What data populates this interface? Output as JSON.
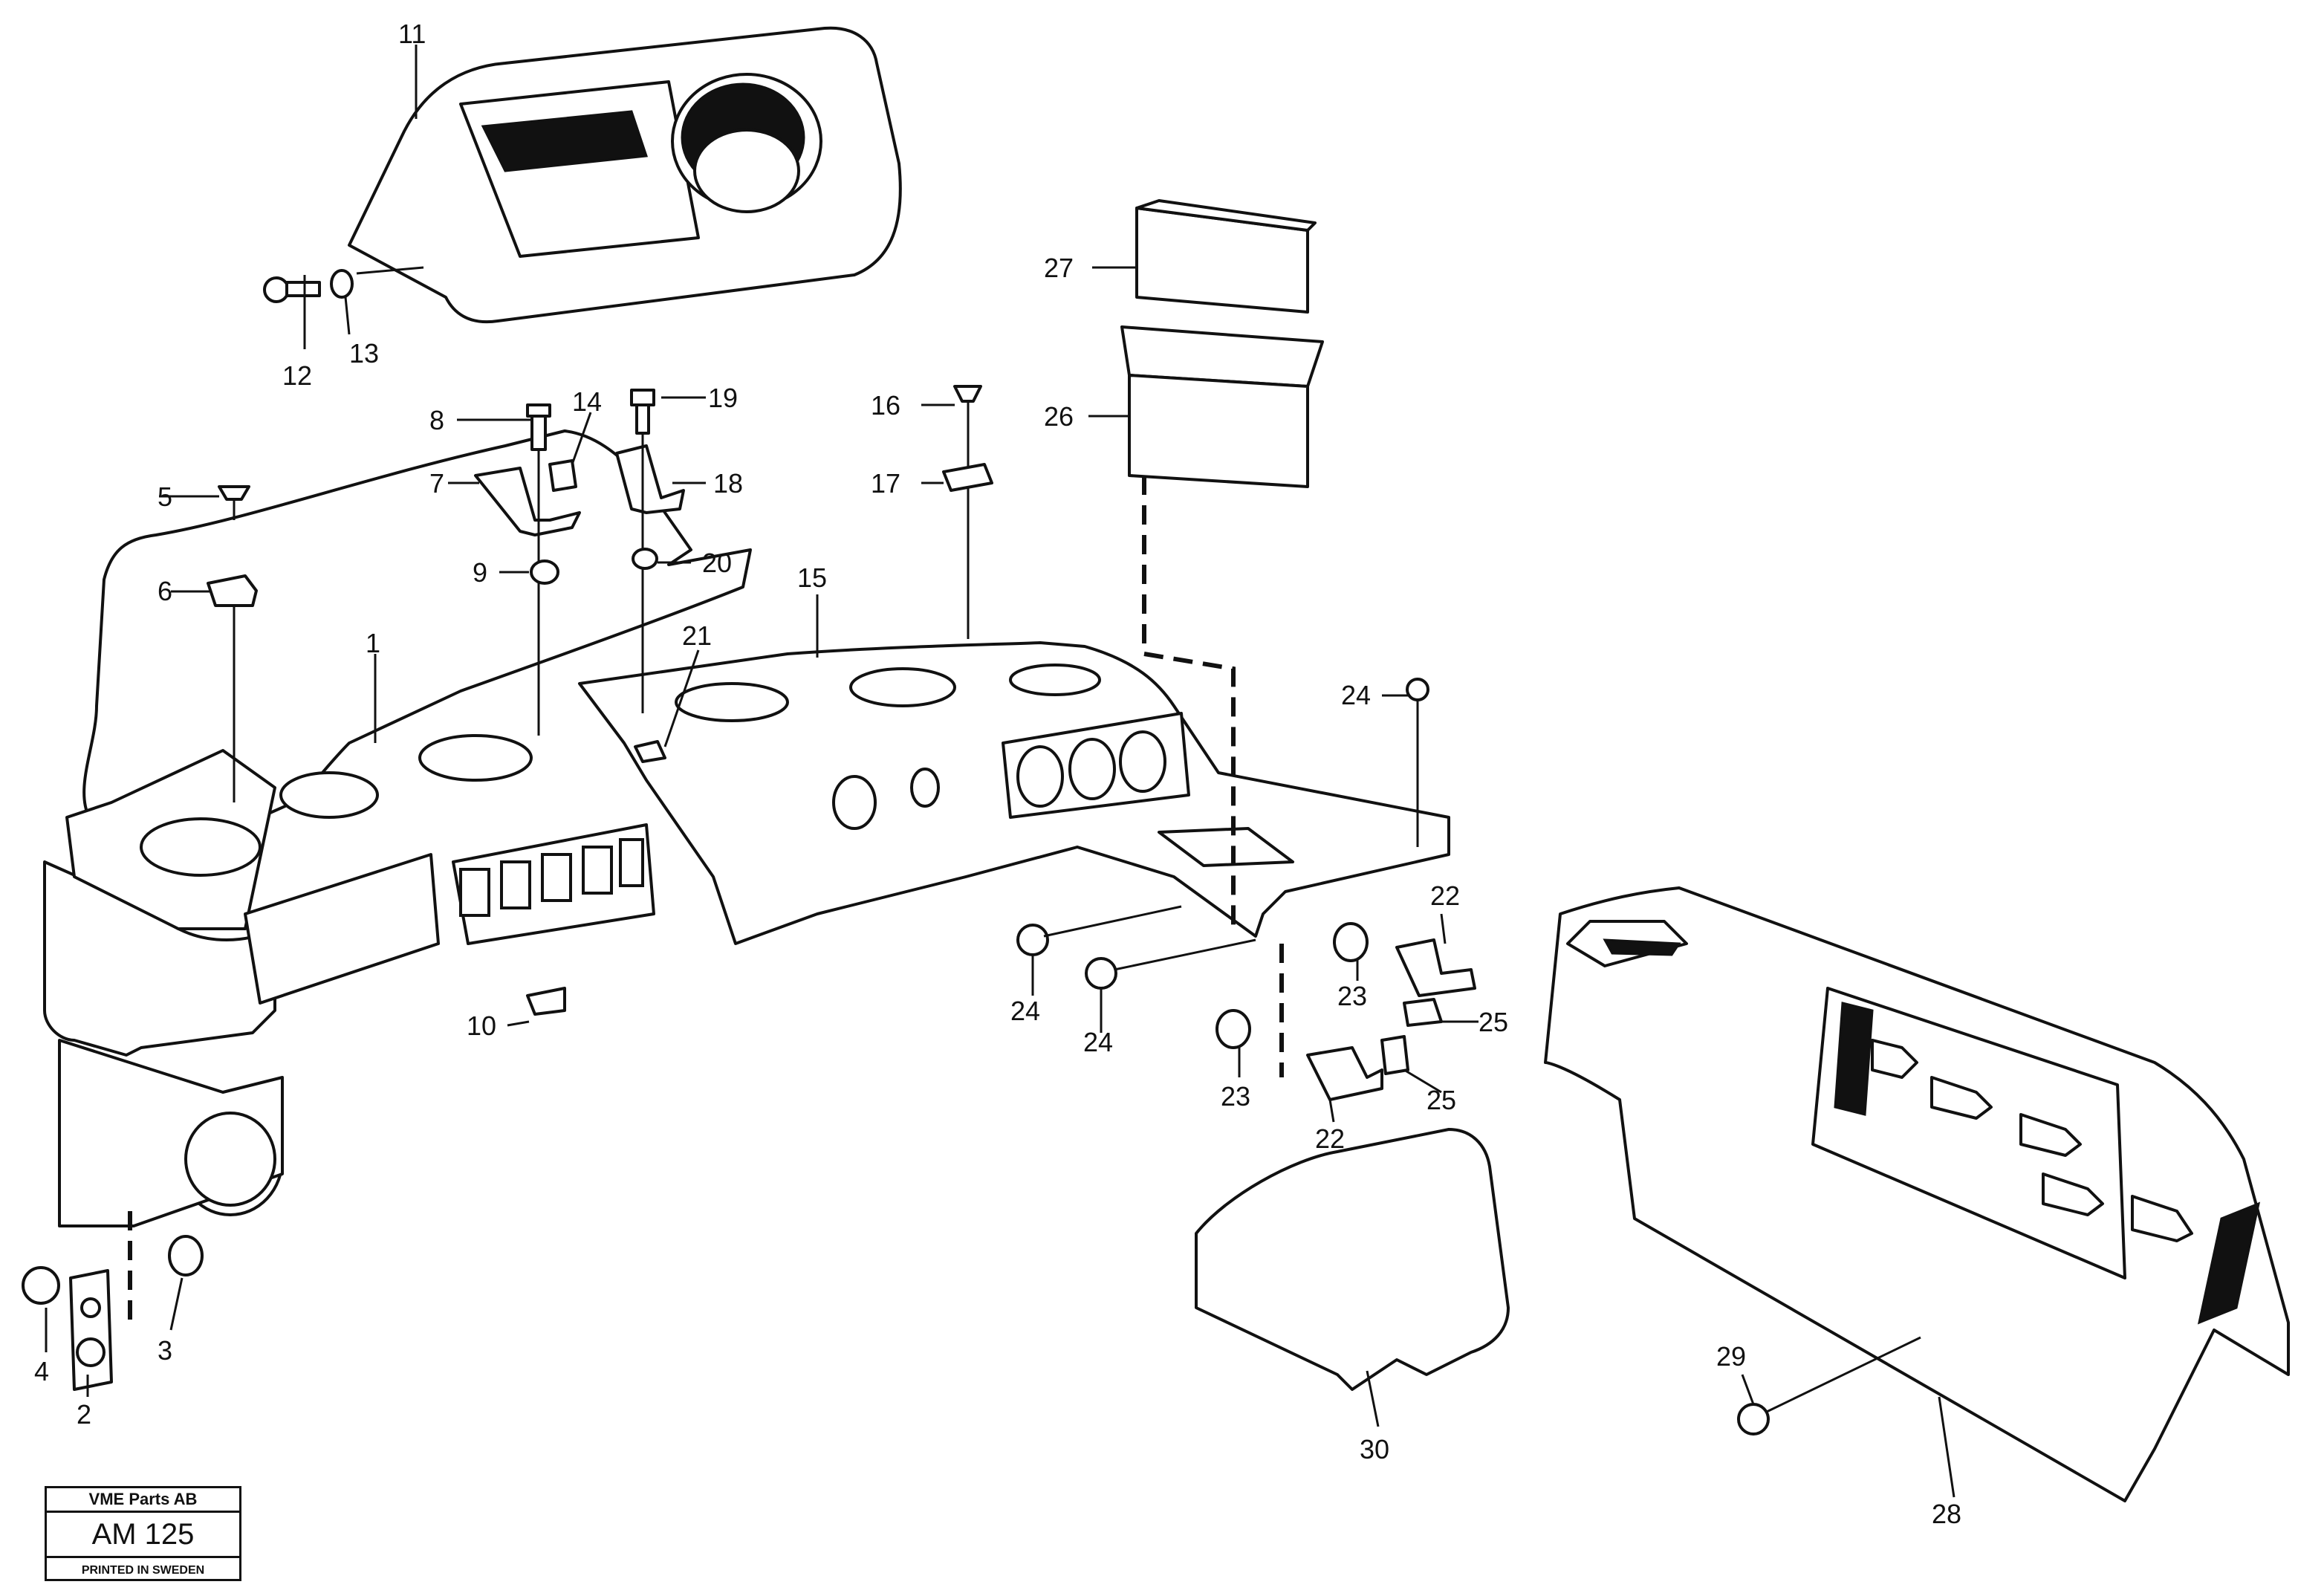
{
  "title_block": {
    "company": "VME Parts AB",
    "code": "AM 125",
    "printed": "PRINTED IN SWEDEN"
  },
  "callouts": [
    "1",
    "2",
    "3",
    "4",
    "5",
    "6",
    "7",
    "8",
    "9",
    "10",
    "11",
    "12",
    "13",
    "14",
    "15",
    "16",
    "17",
    "18",
    "19",
    "20",
    "21",
    "22",
    "22",
    "23",
    "23",
    "24",
    "24",
    "24",
    "25",
    "25",
    "26",
    "27",
    "28",
    "29",
    "30"
  ]
}
